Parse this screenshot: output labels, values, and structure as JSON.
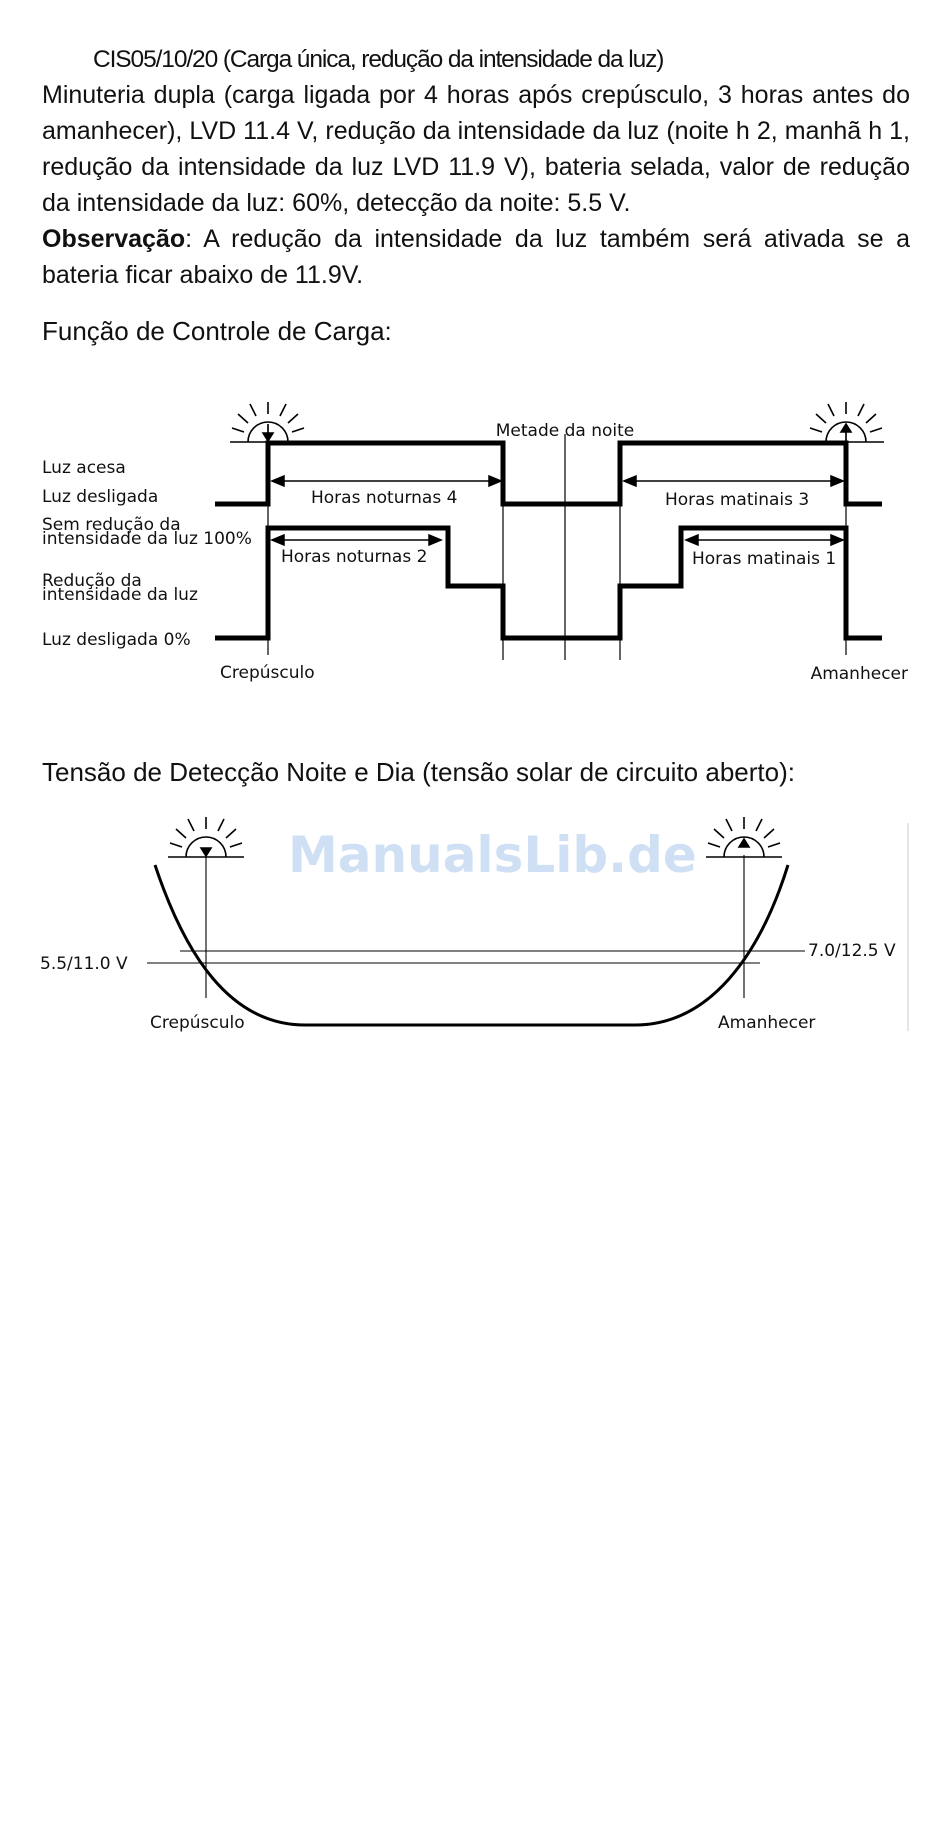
{
  "heading": "CIS05/10/20 (Carga única, redução da intensidade da luz)",
  "paragraph": "Minuteria dupla (carga ligada por 4 horas após crepúsculo, 3 horas antes do amanhecer), LVD 11.4 V, redução da intensidade da luz (noite h 2, manhã h 1, redução da intensidade da luz LVD 11.9 V), bateria selada, valor de redução da intensidade da luz: 60%, detecção da noite: 5.5 V.",
  "note": {
    "label": "Observação",
    "text": ": A redução da intensidade da luz também será ativada se a bateria ficar abaixo de 11.9V."
  },
  "load_control": {
    "title": "Função de Controle de Carga:",
    "labels": {
      "light_on": "Luz acesa",
      "light_off": "Luz desligada",
      "no_dim_line1": "Sem redução da",
      "no_dim_line2": "intensidade da luz 100%",
      "dim_line1": "Redução da",
      "dim_line2": "intensidade da luz",
      "off_zero": "Luz desligada 0%",
      "midnight": "Metade da noite",
      "dusk": "Crepúsculo",
      "dawn": "Amanhecer",
      "night_hours_4": "Horas noturnas 4",
      "morning_hours_3": "Horas matinais 3",
      "night_hours_2": "Horas noturnas 2",
      "morning_hours_1": "Horas matinais 1"
    }
  },
  "detection": {
    "title": "Tensão de Detecção Noite e Dia (tensão solar de circuito aberto):",
    "labels": {
      "left_voltage": "5.5/11.0 V",
      "right_voltage": "7.0/12.5 V",
      "dusk": "Crepúsculo",
      "dawn": "Amanhecer"
    }
  },
  "watermark": "ManualsLib.de"
}
